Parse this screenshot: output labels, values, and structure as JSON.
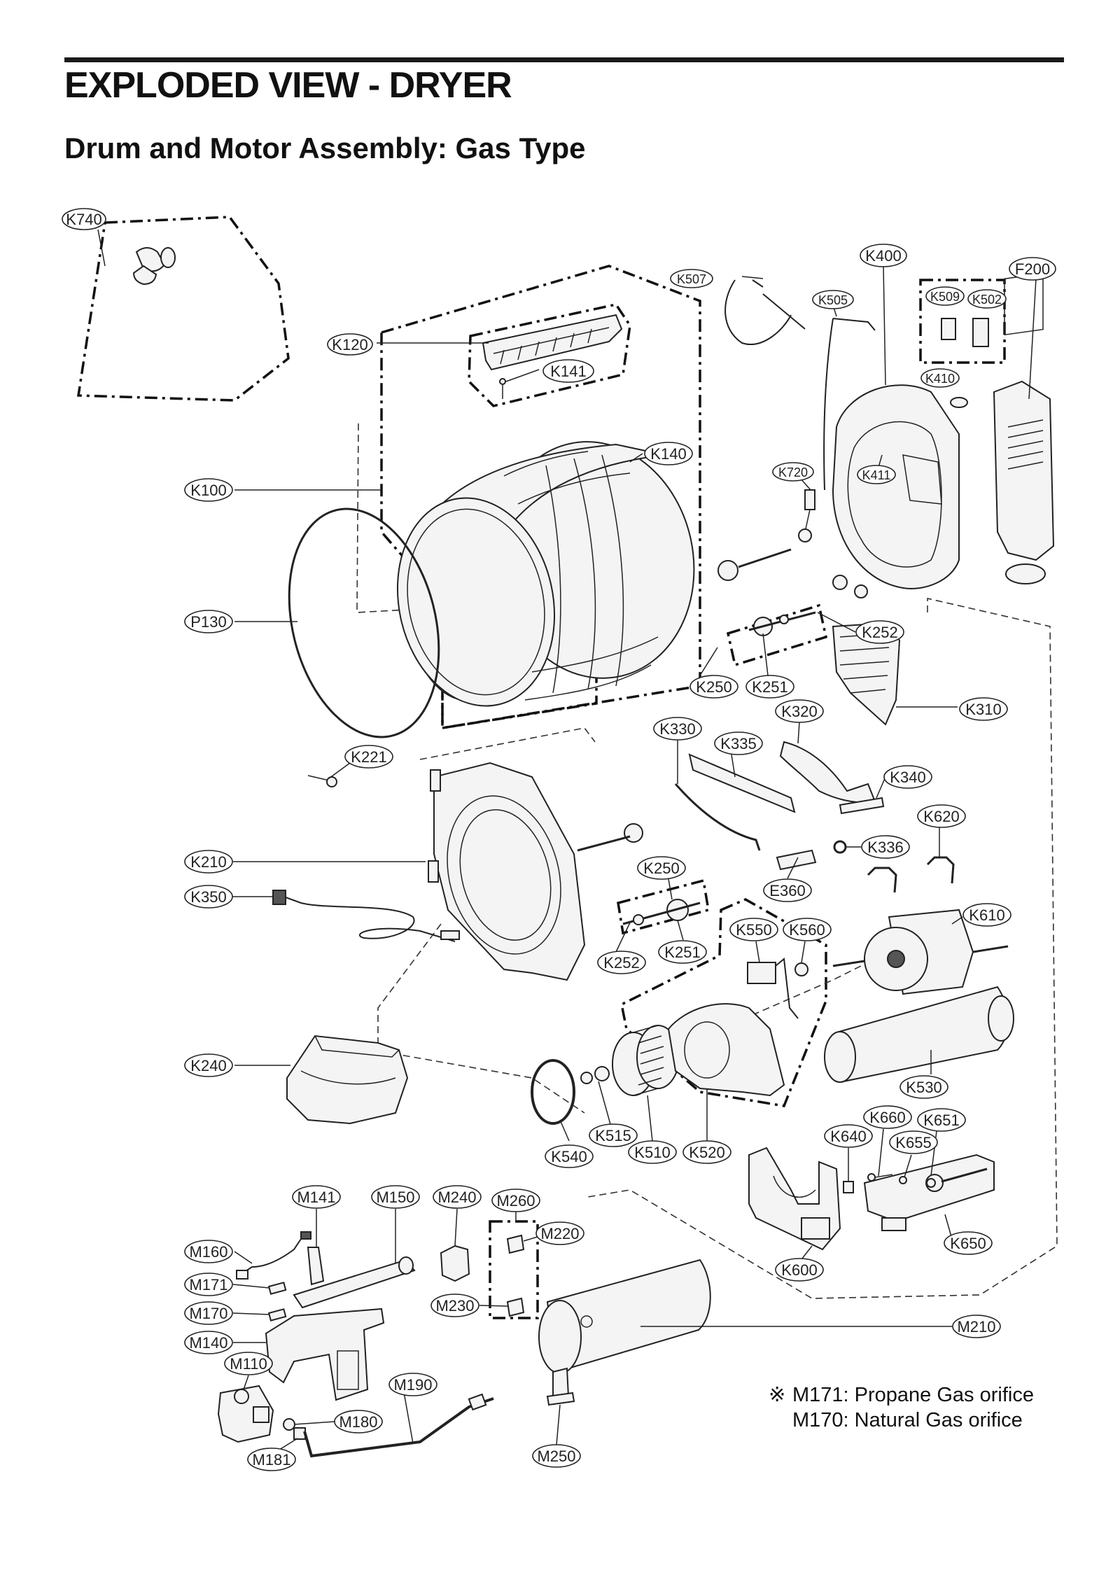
{
  "header": {
    "title": "EXPLODED VIEW - DRYER",
    "subtitle": "Drum and Motor Assembly: Gas Type"
  },
  "diagram": {
    "labels": {
      "K740": "K740",
      "K400": "K400",
      "F200": "F200",
      "K507": "K507",
      "K505": "K505",
      "K509": "K509",
      "K502": "K502",
      "K120": "K120",
      "K141": "K141",
      "K410": "K410",
      "K140": "K140",
      "K720": "K720",
      "K411": "K411",
      "K100": "K100",
      "P130": "P130",
      "K252a": "K252",
      "K250a": "K250",
      "K251a": "K251",
      "K320": "K320",
      "K310": "K310",
      "K330": "K330",
      "K335": "K335",
      "K221": "K221",
      "K340": "K340",
      "K620": "K620",
      "K336": "K336",
      "K210": "K210",
      "K250b": "K250",
      "E360": "E360",
      "K350": "K350",
      "K550": "K550",
      "K560": "K560",
      "K610": "K610",
      "K252b": "K252",
      "K251b": "K251",
      "K240": "K240",
      "K530": "K530",
      "K660": "K660",
      "K651": "K651",
      "K640": "K640",
      "K655": "K655",
      "K515": "K515",
      "K540": "K540",
      "K510": "K510",
      "K520": "K520",
      "M141": "M141",
      "M150": "M150",
      "M240": "M240",
      "M260": "M260",
      "M220": "M220",
      "K650": "K650",
      "M160": "M160",
      "K600": "K600",
      "M171": "M171",
      "M230": "M230",
      "M170": "M170",
      "M210": "M210",
      "M140": "M140",
      "M110": "M110",
      "M190": "M190",
      "M180": "M180",
      "M181": "M181",
      "M250": "M250"
    }
  },
  "note": {
    "symbol": "※",
    "line1": "M171: Propane Gas orifice",
    "line2": "M170: Natural Gas orifice"
  }
}
